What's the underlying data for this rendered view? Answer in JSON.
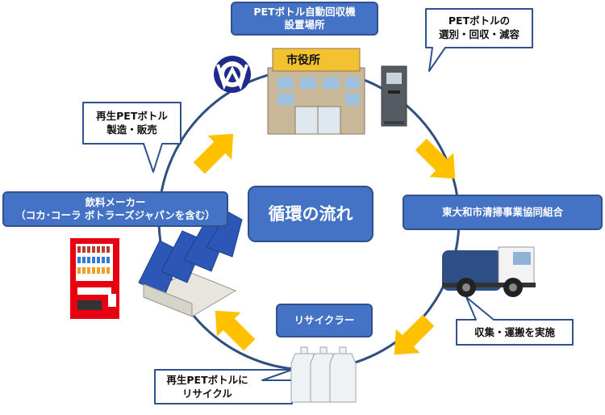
{
  "center": {
    "title": "循環の流れ"
  },
  "nodes": {
    "machine_location": {
      "line1": "PETボトル自動回収機",
      "line2": "設置場所"
    },
    "union": {
      "line1": "東大和市清掃事業協同組合"
    },
    "recycler": {
      "line1": "リサイクラー"
    },
    "beverage_maker": {
      "line1": "飲料メーカー",
      "line2": "（コカ･コーラ ボトラーズジャパンを含む）"
    }
  },
  "callouts": {
    "sort_collect": {
      "line1": "PETボトルの",
      "line2": "選別・回収・減容"
    },
    "collect_transport": {
      "line1": "収集・運搬を実施"
    },
    "recycle": {
      "line1": "再生PETボトルに",
      "line2": "リサイクル"
    },
    "manufacture": {
      "line1": "再生PETボトル",
      "line2": "製造・販売"
    }
  },
  "illustrations": {
    "city_hall_sign": "市役所",
    "emblem": "city-emblem-icon",
    "city_hall": "city-hall-building-icon",
    "collection_machine": "pet-collection-machine-icon",
    "truck": "garbage-truck-icon",
    "bottles": "pet-bottles-icon",
    "factory": "factory-icon",
    "vending_machine": "vending-machine-icon"
  },
  "colors": {
    "node_fill": "#4472c4",
    "node_border": "#2f528f",
    "arrow": "#ffc000",
    "circle": "#2f4f7f",
    "callout_border": "#2f528f"
  }
}
